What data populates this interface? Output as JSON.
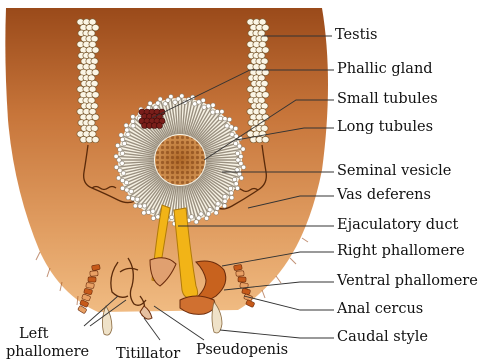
{
  "labels": {
    "testis": "Testis",
    "phallic_gland": "Phallic gland",
    "small_tubules": "Small tubules",
    "long_tubules": "Long tubules",
    "seminal_vesicle": "Seminal vesicle",
    "vas_deferens": "Vas deferens",
    "ejaculatory_duct": "Ejaculatory duct",
    "right_phallomere": "Right phallomere",
    "ventral_phallomere": "Ventral phallomere",
    "anal_cercus": "Anal cercus",
    "caudal_style": "Caudal style",
    "left_phallomere_1": "Left",
    "left_phallomere_2": "phallomere",
    "titillator": "Titillator",
    "pseudopenis": "Pseudopenis"
  },
  "colors": {
    "abdomen_dark": "#8a3a10",
    "abdomen_light": "#e8a468",
    "testis_lobe": "#fbf6e6",
    "seminal_center": "#b8702e",
    "phallic_gland": "#7a1e1a",
    "ejaculatory_duct": "#f2b417",
    "phallomere": "#c8621e"
  }
}
